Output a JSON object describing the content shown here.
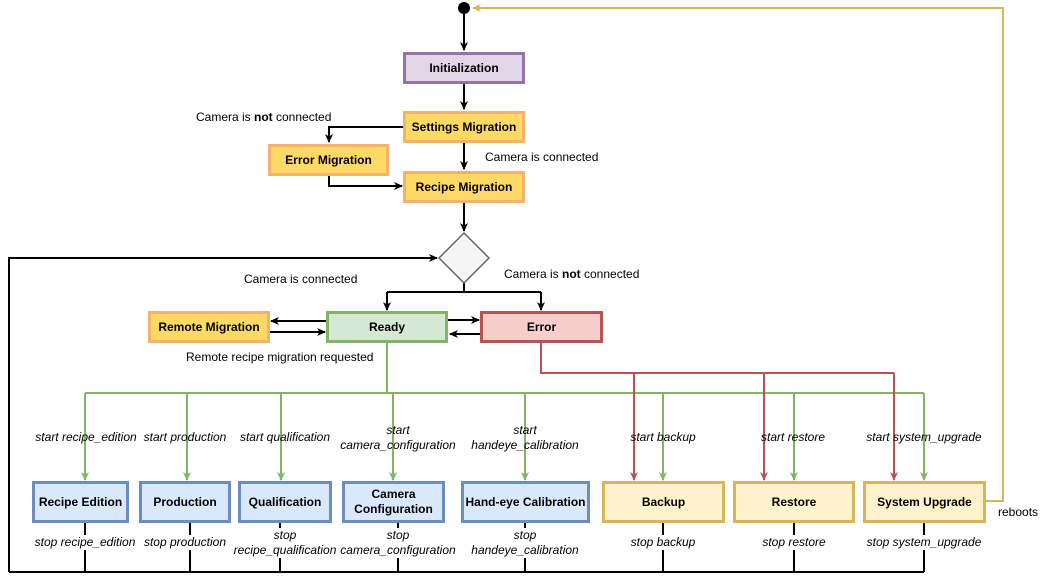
{
  "nodes": {
    "initialization": "Initialization",
    "settings_migration": "Settings Migration",
    "error_migration": "Error Migration",
    "recipe_migration": "Recipe Migration",
    "remote_migration": "Remote Migration",
    "ready": "Ready",
    "error": "Error",
    "recipe_edition": "Recipe Edition",
    "production": "Production",
    "qualification": "Qualification",
    "camera_configuration": "Camera\nConfiguration",
    "handeye_calibration": "Hand-eye Calibration",
    "backup": "Backup",
    "restore": "Restore",
    "system_upgrade": "System Upgrade"
  },
  "labels": {
    "camera_not_connected_1_pre": "Camera is ",
    "camera_not_connected_1_bold": "not",
    "camera_not_connected_1_post": " connected",
    "camera_connected_1": "Camera is connected",
    "camera_connected_2": "Camera is connected",
    "camera_not_connected_2_pre": "Camera is ",
    "camera_not_connected_2_bold": "not",
    "camera_not_connected_2_post": " connected",
    "remote_recipe_migration": "Remote recipe migration requested",
    "reboots": "reboots",
    "start_recipe_edition": "start recipe_edition",
    "start_production": "start production",
    "start_qualification": "start qualification",
    "start_camera_configuration": "start\ncamera_configuration",
    "start_handeye_calibration": "start\nhandeye_calibration",
    "start_backup": "start backup",
    "start_restore": "start restore",
    "start_system_upgrade": "start system_upgrade",
    "stop_recipe_edition": "stop recipe_edition",
    "stop_production": "stop production",
    "stop_recipe_qualification": "stop\nrecipe_qualification",
    "stop_camera_configuration": "stop\ncamera_configuration",
    "stop_handeye_calibration": "stop\nhandeye_calibration",
    "stop_backup": "stop backup",
    "stop_restore": "stop restore",
    "stop_system_upgrade": "stop system_upgrade"
  },
  "colors": {
    "black_edge": "#000000",
    "green_edge": "#82b366",
    "red_edge": "#b85450",
    "gold_edge": "#d6b656"
  }
}
